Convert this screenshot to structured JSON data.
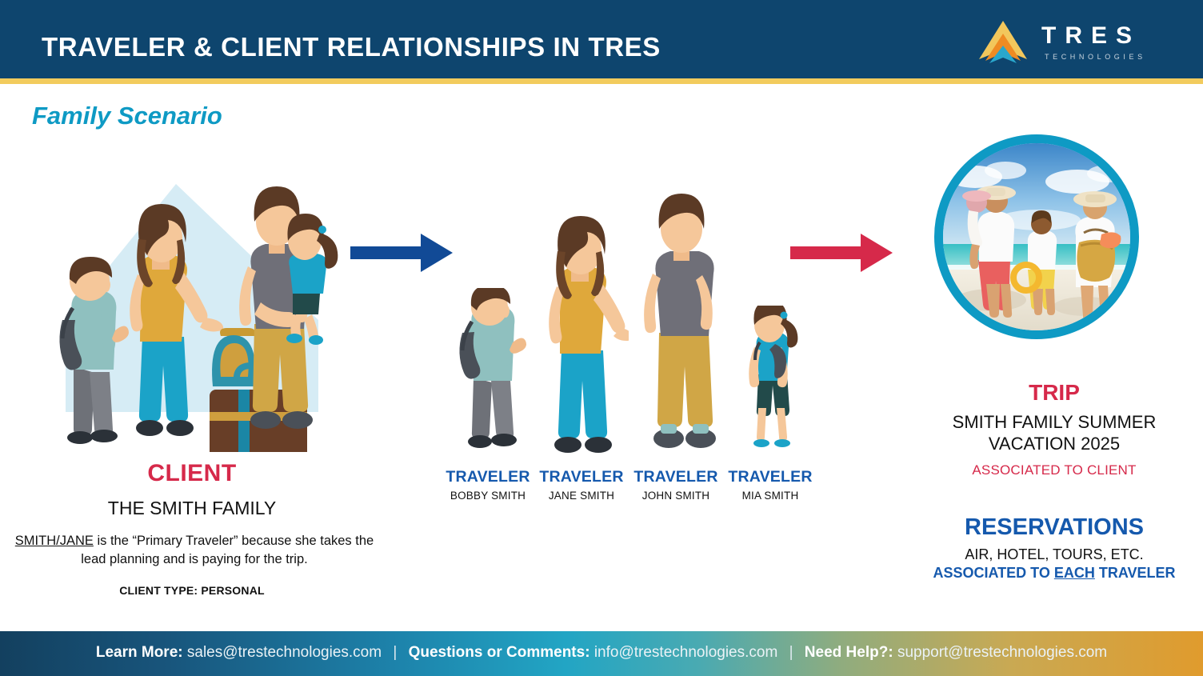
{
  "header": {
    "title": "TRAVELER & CLIENT RELATIONSHIPS IN TRES",
    "logo_text": "TRES",
    "logo_subtext": "TECHNOLOGIES",
    "bg_color": "#0e456e",
    "rule_color": "#f2cb5d"
  },
  "scenario": {
    "title": "Family Scenario",
    "title_color": "#0e9ac4"
  },
  "client": {
    "label": "CLIENT",
    "label_color": "#d6294a",
    "name": "THE SMITH FAMILY",
    "note_prefix": "SMITH/JANE",
    "note_rest": " is the “Primary Traveler” because she takes the lead planning and is paying for the trip.",
    "client_type": "CLIENT TYPE: PERSONAL"
  },
  "arrows": [
    {
      "name": "client-to-traveler-arrow",
      "color": "#114a96"
    },
    {
      "name": "traveler-to-trip-arrow",
      "color": "#d6294a"
    }
  ],
  "travelers": [
    {
      "role": "TRAVELER",
      "name": "BOBBY SMITH"
    },
    {
      "role": "TRAVELER",
      "name": "JANE SMITH"
    },
    {
      "role": "TRAVELER",
      "name": "JOHN SMITH"
    },
    {
      "role": "TRAVELER",
      "name": "MIA SMITH"
    }
  ],
  "traveler_role_color": "#1559ad",
  "trip": {
    "title": "TRIP",
    "title_color": "#d6294a",
    "name_line1": "SMITH FAMILY SUMMER",
    "name_line2": "VACATION 2025",
    "association": "ASSOCIATED TO CLIENT",
    "photo_alt": "family-walking-on-beach-photo",
    "photo_ring_color": "#0e9ac4"
  },
  "reservations": {
    "title": "RESERVATIONS",
    "title_color": "#1559ad",
    "subtitle": "AIR, HOTEL, TOURS, ETC.",
    "assoc_before": "ASSOCIATED TO ",
    "assoc_emphasis": "EACH",
    "assoc_after": " TRAVELER"
  },
  "footer": {
    "learn_more_label": "Learn More:",
    "learn_more_email": "sales@trestechnologies.com",
    "questions_label": "Questions or Comments:",
    "questions_email": "info@trestechnologies.com",
    "help_label": "Need Help?:",
    "help_email": "support@trestechnologies.com",
    "separator": "|"
  }
}
